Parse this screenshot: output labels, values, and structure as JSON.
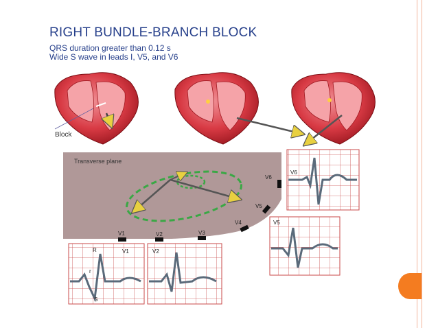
{
  "slide": {
    "title": "RIGHT BUNDLE-BRANCH BLOCK",
    "line1": "QRS duration greater than 0.12 s",
    "line2": "Wide S wave in leads I, V5, and V6"
  },
  "hearts": {
    "block_label": "Block"
  },
  "plane": {
    "label": "Transverse plane"
  },
  "leads": {
    "v1": "V1",
    "v2": "V2",
    "v3": "V3",
    "v4": "V4",
    "v5": "V5",
    "v6": "V6"
  },
  "ecg_labels": {
    "R": "R",
    "r": "r",
    "S": "S"
  },
  "colors": {
    "title": "#27408b",
    "heart": "#c8202a",
    "plane": "#b09898",
    "vector": "#f2e060",
    "loop": "#3aa845",
    "trace": "#5a6a7a",
    "accent": "#f47c20"
  }
}
